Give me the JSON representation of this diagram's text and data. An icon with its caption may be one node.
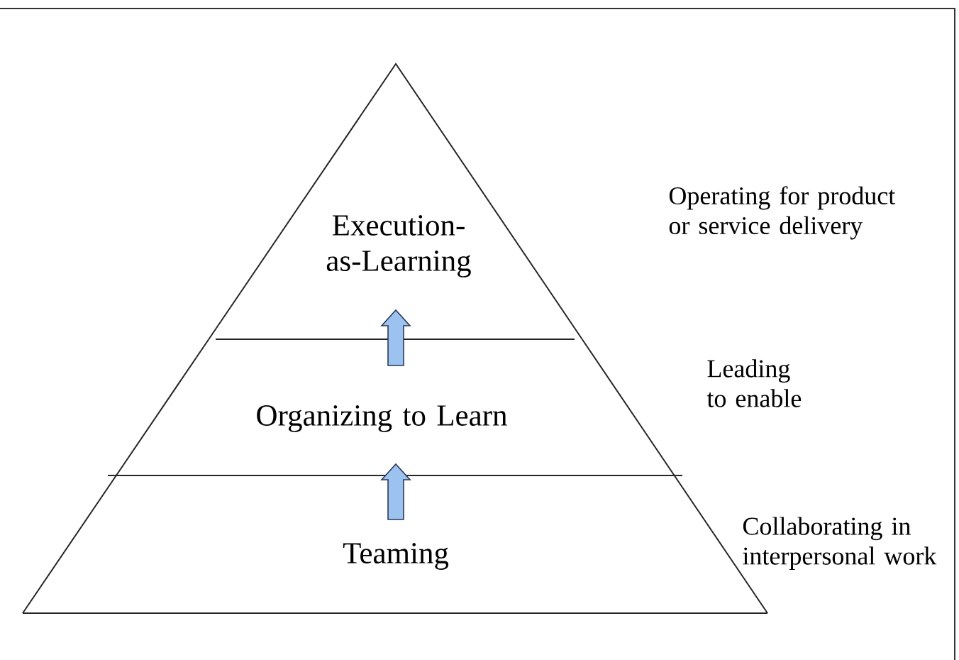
{
  "diagram": {
    "nodes": [
      {
        "text": [
          "Execution- as-Learning"
        ],
        "beside": [
          "Operating for product or service delivery"
        ]
      },
      {
        "text": [
          "Organizing to Learn"
        ],
        "beside": [
          "Leading to enable"
        ]
      },
      {
        "text": [
          "Teaming"
        ],
        "beside": [
          "Collaborating in interpersonal work"
        ]
      }
    ],
    "edges": [
      {
        "from": 1,
        "to": 0,
        "arrow": "to"
      },
      {
        "from": 2,
        "to": 1,
        "arrow": "to"
      }
    ]
  }
}
